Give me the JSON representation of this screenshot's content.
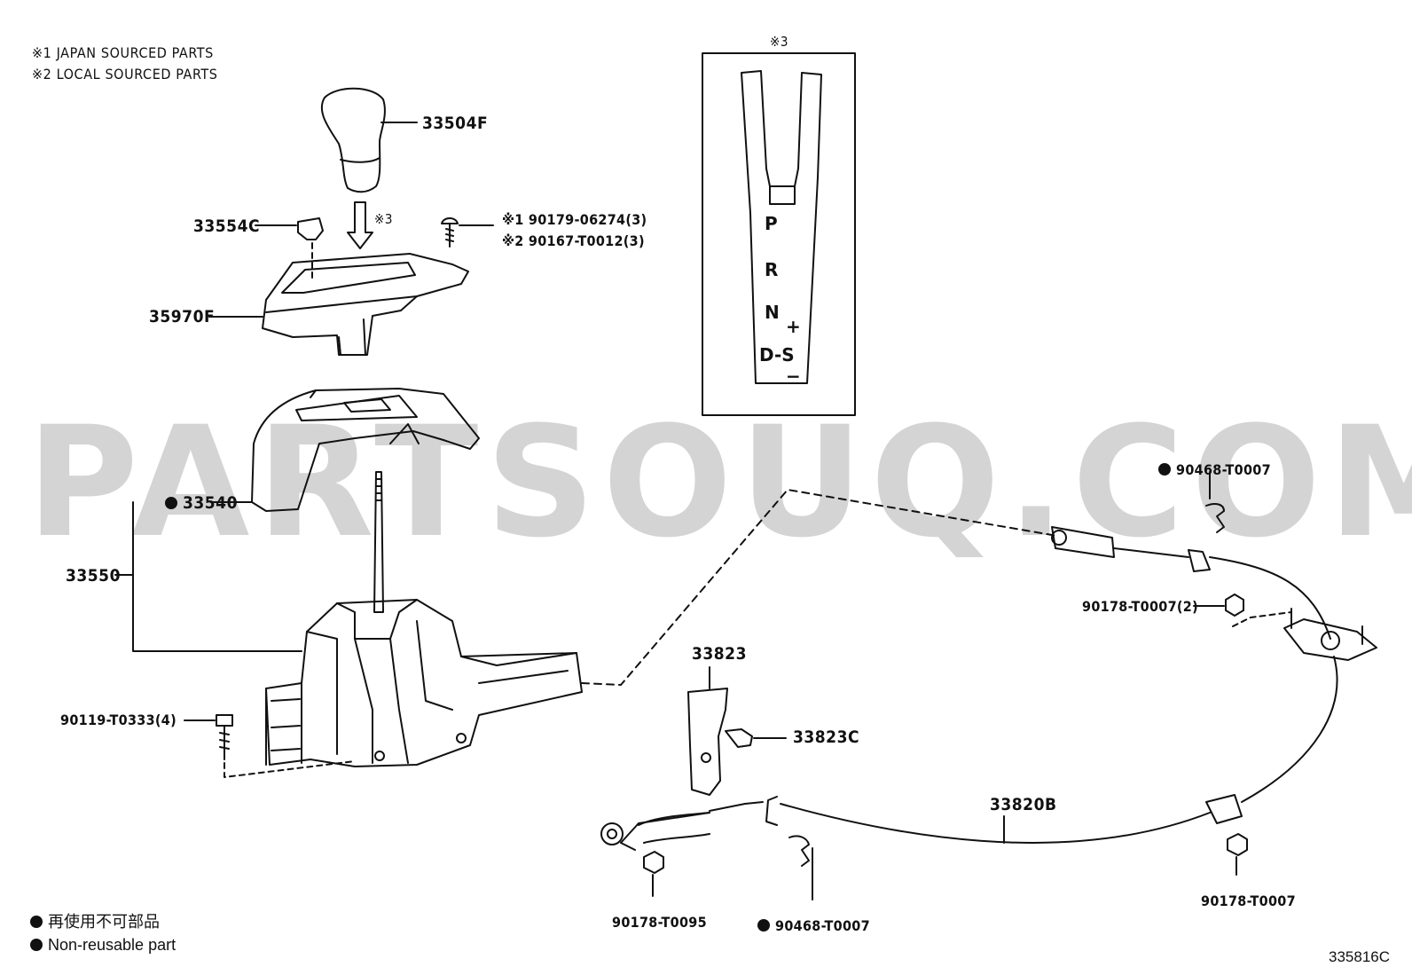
{
  "notes": {
    "note1": "※1 JAPAN SOURCED PARTS",
    "note2": "※2 LOCAL SOURCED PARTS"
  },
  "watermark": "PARTSOUQ.COM",
  "inset": {
    "mark": "※3",
    "positions": [
      "P",
      "R",
      "N",
      "D-S"
    ],
    "plus": "+",
    "minus": "−"
  },
  "parts": {
    "p33504F": "33504F",
    "p33554C": "33554C",
    "arrow_mark": "※3",
    "bolt_a": "※1 90179-06274(3)",
    "bolt_b": "※2 90167-T0012(3)",
    "p35970F": "35970F",
    "p33540": "33540",
    "p33550": "33550",
    "p90119": "90119-T0333(4)",
    "p33823": "33823",
    "p33823C": "33823C",
    "p33820B": "33820B",
    "p90178_95": "90178-T0095",
    "p90468_bottom": "90468-T0007",
    "p90468_top": "90468-T0007",
    "p90178_2": "90178-T0007(2)",
    "p90178_right": "90178-T0007"
  },
  "legend": {
    "jp": "再使用不可部品",
    "en": "Non-reusable part"
  },
  "diagram_id": "335816C"
}
